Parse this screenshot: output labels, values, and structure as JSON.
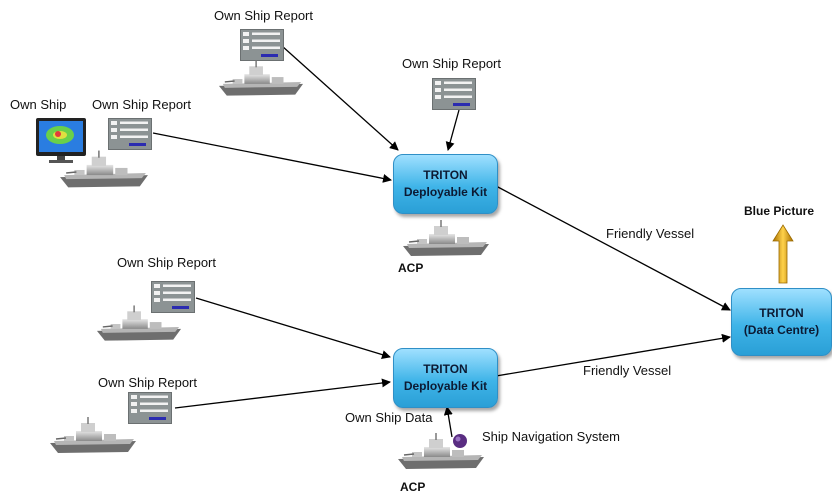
{
  "labels": {
    "own_ship": "Own Ship",
    "own_ship_report": "Own Ship Report",
    "friendly_vessel": "Friendly Vessel",
    "blue_picture": "Blue Picture",
    "acp": "ACP",
    "own_ship_data": "Own Ship Data",
    "ship_navigation_system": "Ship Navigation System"
  },
  "nodes": {
    "kit_top": {
      "line1": "TRITON",
      "line2": "Deployable Kit"
    },
    "kit_bottom": {
      "line1": "TRITON",
      "line2": "Deployable Kit"
    },
    "data_centre": {
      "line1": "TRITON",
      "line2": "(Data Centre)"
    }
  },
  "colors": {
    "node_fill": "#3fb4e8",
    "node_border": "#2f8fc6",
    "arrow_up": "#e0a400",
    "nav_dot": "#5a2d82",
    "doc_bar": "#2b2bb0"
  },
  "icons": [
    "report-document-icon",
    "warship-icon",
    "radar-monitor-icon",
    "up-arrow-icon",
    "navigation-dot-icon"
  ]
}
